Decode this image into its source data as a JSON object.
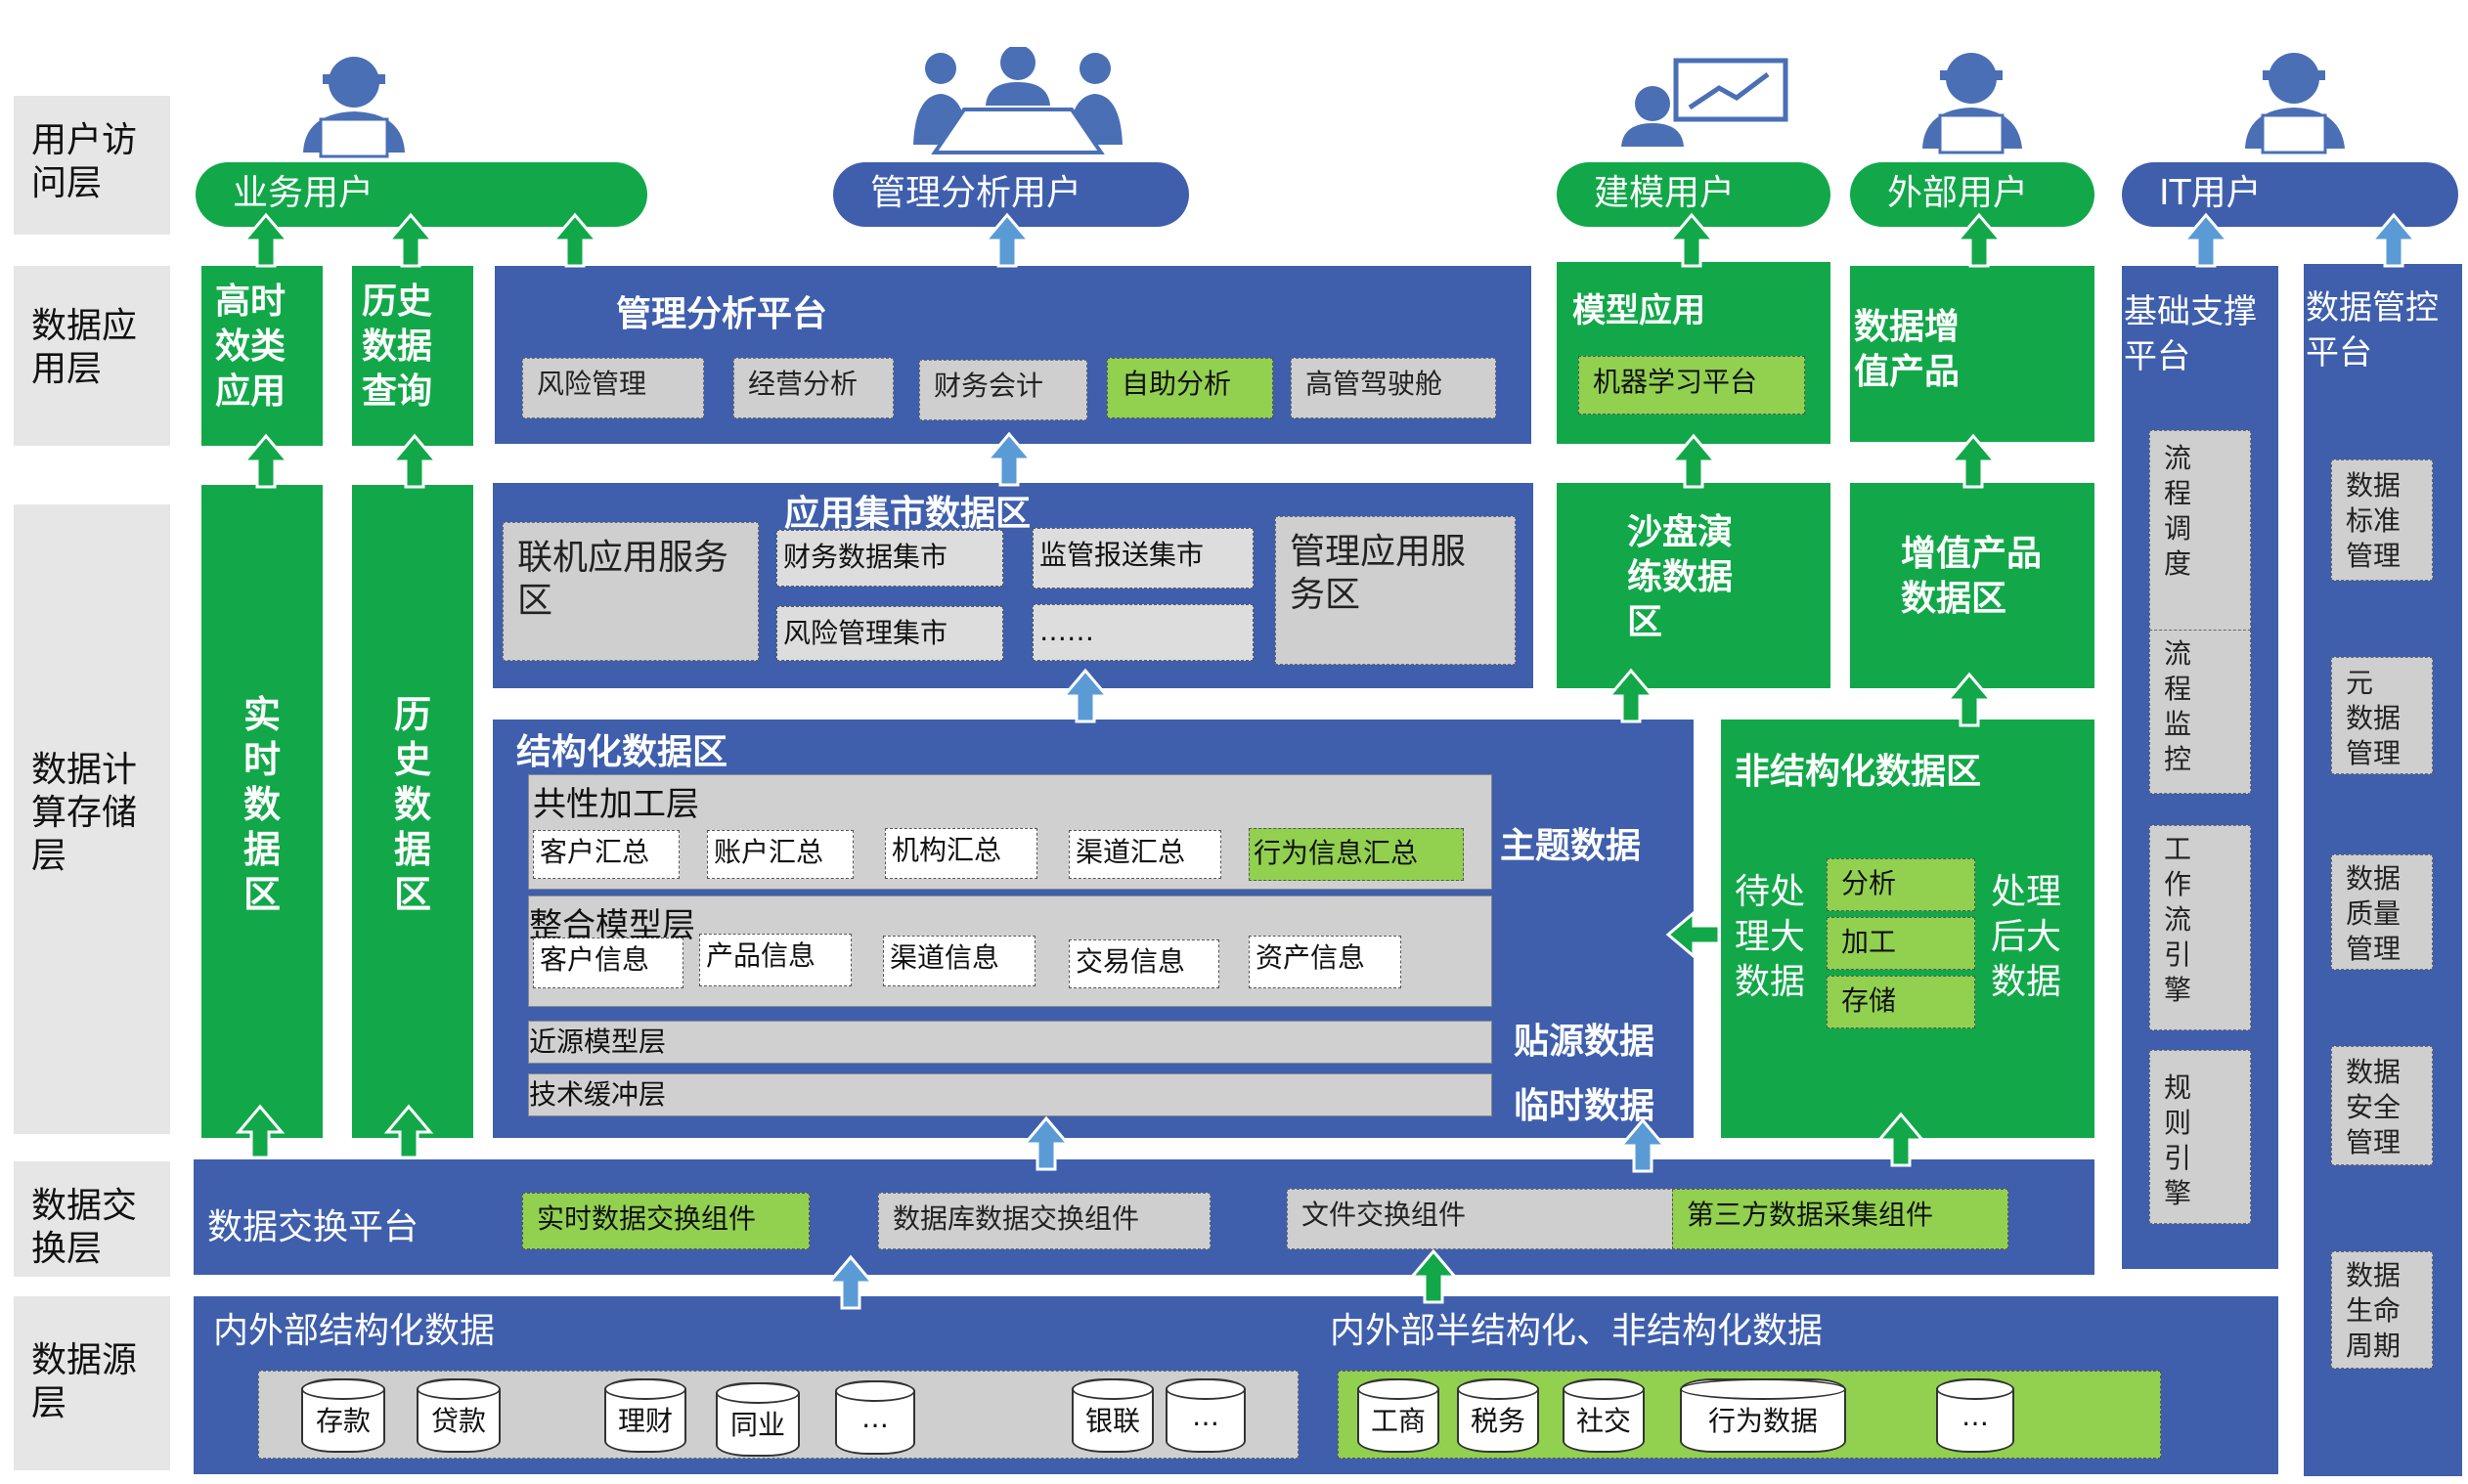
{
  "layers": {
    "user_access": "用户访\n问层",
    "data_app": "数据应\n用层",
    "compute_storage": "数据计\n算存储\n层",
    "exchange": "数据交\n换层",
    "source": "数据源\n层"
  },
  "users": {
    "business": "业务用户",
    "management": "管理分析用户",
    "modeling": "建模用户",
    "external": "外部用户",
    "it": "IT用户"
  },
  "app": {
    "realtime_app": "高时\n效类\n应用",
    "history_query": "历史\n数据\n查询",
    "mgmt_platform": {
      "title": "管理分析平台",
      "items": [
        "风险管理",
        "经营分析",
        "财务会计",
        "自助分析",
        "高管驾驶舱"
      ]
    },
    "model_app": {
      "title": "模型应用",
      "item": "机器学习平台"
    },
    "value_products": "数据增\n值产品"
  },
  "storage": {
    "realtime_zone": "实\n时\n数\n据\n区",
    "history_zone": "历\n史\n数\n据\n区",
    "mart": {
      "title": "应用集市数据区",
      "online": "联机应用服务\n区",
      "mgmt_service": "管理应用服\n务区",
      "items": [
        "财务数据集市",
        "监管报送集市",
        "风险管理集市",
        "……"
      ]
    },
    "sandbox": "沙盘演\n练数据\n区",
    "value_data": "增值产品\n数据区",
    "structured": {
      "title": "结构化数据区",
      "common_layer": "共性加工层",
      "common_items": [
        "客户汇总",
        "账户汇总",
        "机构汇总",
        "渠道汇总",
        "行为信息汇总"
      ],
      "integration_layer": "整合模型层",
      "integration_items": [
        "客户信息",
        "产品信息",
        "渠道信息",
        "交易信息",
        "资产信息"
      ],
      "near_source": "近源模型层",
      "buffer": "技术缓冲层",
      "theme_label": "主题数据",
      "source_label": "贴源数据",
      "temp_label": "临时数据"
    },
    "unstructured": {
      "title": "非结构化数据区",
      "pending": "待处\n理大\n数据",
      "processed": "处理\n后大\n数据",
      "steps": [
        "分析",
        "加工",
        "存储"
      ]
    }
  },
  "support": {
    "title": "基础支撑\n平台",
    "items": [
      "流\n程\n调\n度",
      "流\n程\n监\n控",
      "工\n作\n流\n引\n擎",
      "规\n则\n引\n擎"
    ]
  },
  "governance": {
    "title": "数据管控\n平台",
    "items": [
      "数据\n标准\n管理",
      "元\n数据\n管理",
      "数据\n质量\n管理",
      "数据\n安全\n管理",
      "数据\n生命\n周期"
    ]
  },
  "exchange": {
    "title": "数据交换平台",
    "items": [
      "实时数据交换组件",
      "数据库数据交换组件",
      "文件交换组件",
      "第三方数据采集组件"
    ]
  },
  "source": {
    "structured_title": "内外部结构化数据",
    "semi_title": "内外部半结构化、非结构化数据",
    "structured_items": [
      "存款",
      "贷款",
      "理财",
      "同业",
      "…",
      "银联",
      "…"
    ],
    "semi_items": [
      "工商",
      "税务",
      "社交",
      "行为数据",
      "…"
    ]
  },
  "colors": {
    "blue": "#3f5fad",
    "green": "#12a84a",
    "light_green": "#92d050",
    "gray": "#cfcfcf",
    "arrow_blue": "#5a9bd5"
  }
}
